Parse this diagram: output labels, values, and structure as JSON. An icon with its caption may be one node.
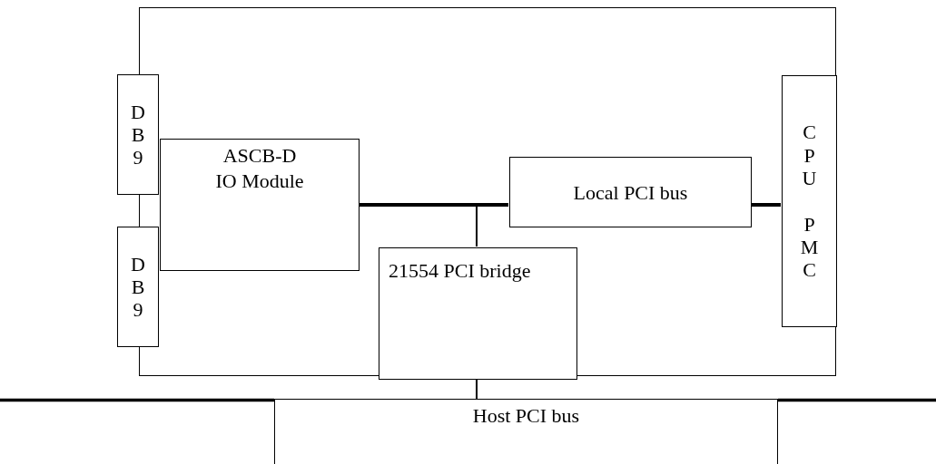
{
  "diagram": {
    "nodes": [
      {
        "text": [],
        "shape": "box"
      },
      {
        "text": [
          "DB9"
        ]
      },
      {
        "text": [
          "DB9"
        ]
      },
      {
        "text": [
          "ASCB-D IO Module"
        ],
        "in": 0
      },
      {
        "text": [
          "Local PCI bus"
        ],
        "in": 0
      },
      {
        "text": [
          "21554 PCI bridge"
        ],
        "in": 0
      },
      {
        "text": [
          "CPU PMC"
        ],
        "in": 0
      },
      {
        "text": [
          "Host PCI bus"
        ]
      }
    ],
    "edges": [
      {
        "from": 3,
        "to": 4,
        "arrow": "none",
        "style": "thick"
      },
      {
        "from": 5,
        "to": 4,
        "arrow": "none"
      },
      {
        "from": 4,
        "to": 6,
        "arrow": "none",
        "style": "thick"
      },
      {
        "from": 5,
        "to": 7,
        "arrow": "none"
      }
    ]
  }
}
